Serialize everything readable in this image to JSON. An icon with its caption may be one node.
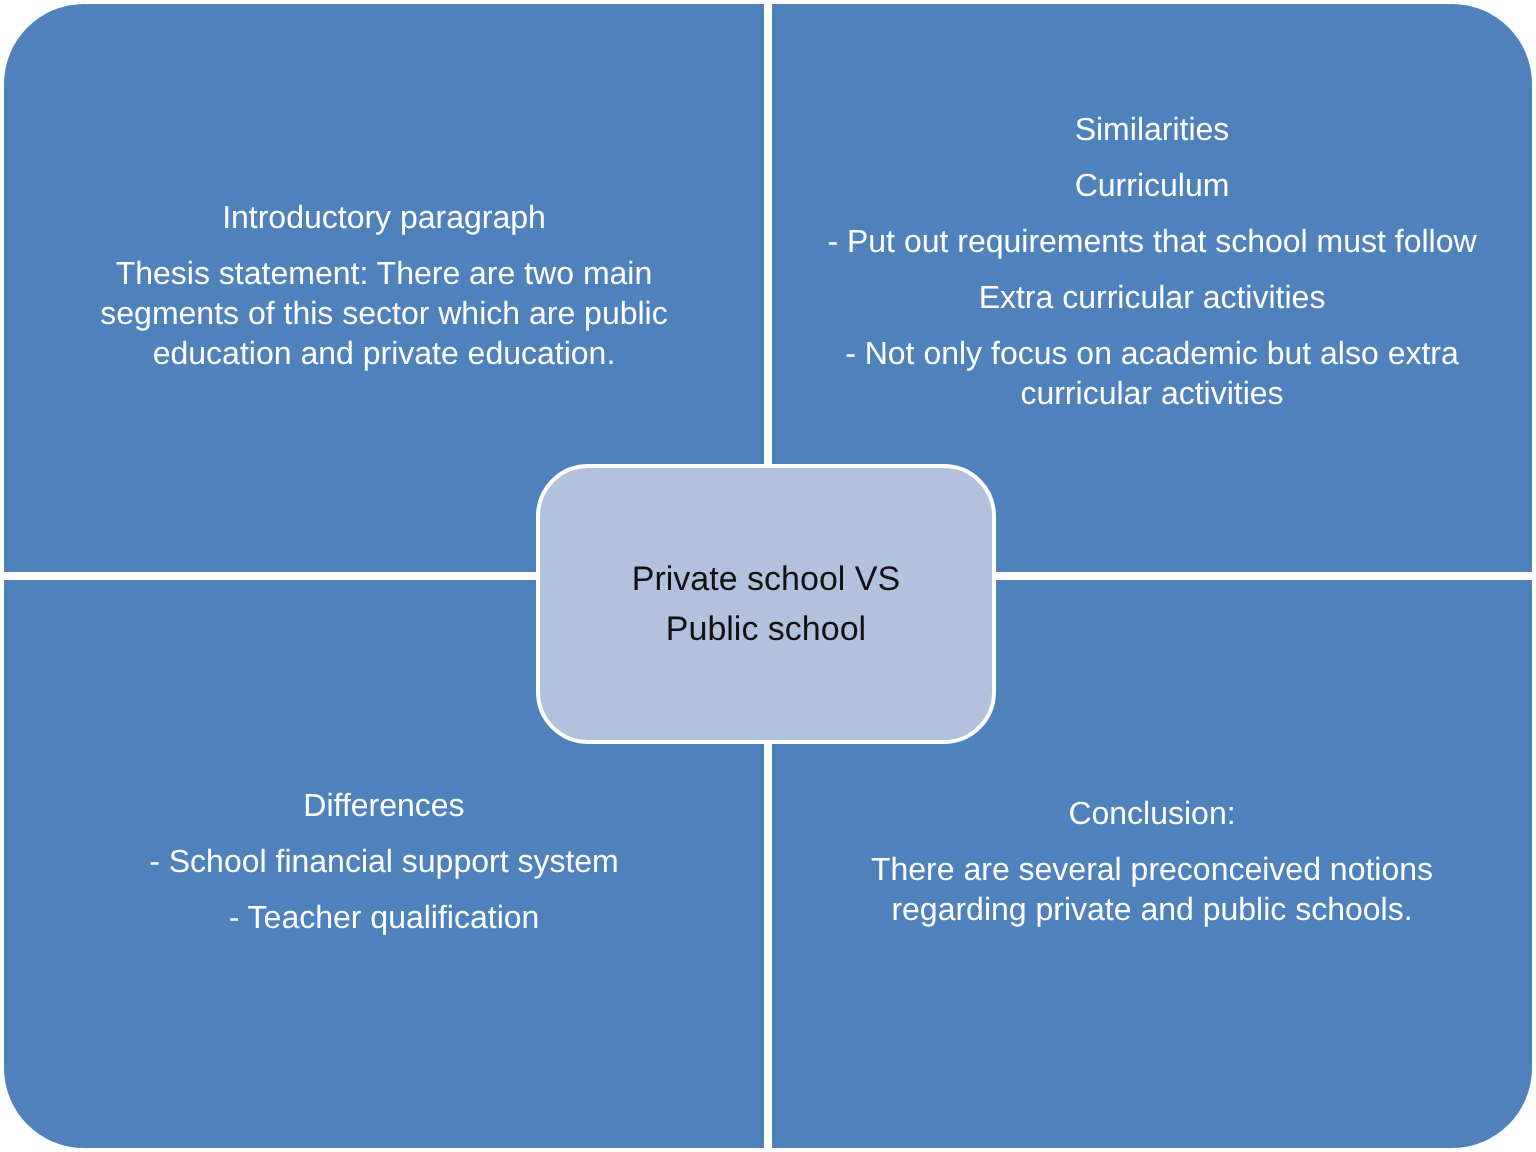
{
  "diagram": {
    "nodes": [
      {
        "text": [
          "Introductory paragraph",
          "Thesis statement: There are two main segments of this sector which are public education and private education."
        ]
      },
      {
        "text": [
          "Similarities",
          "Curriculum",
          "- Put out requirements that school must follow",
          "Extra curricular activities",
          "- Not only focus on academic but also extra curricular activities"
        ]
      },
      {
        "text": [
          "Differences",
          "- School financial support system",
          "- Teacher qualification"
        ]
      },
      {
        "text": [
          "Conclusion:",
          "There are several preconceived notions regarding private and public schools."
        ]
      },
      {
        "text": [
          "Private school VS Public school"
        ]
      }
    ]
  }
}
